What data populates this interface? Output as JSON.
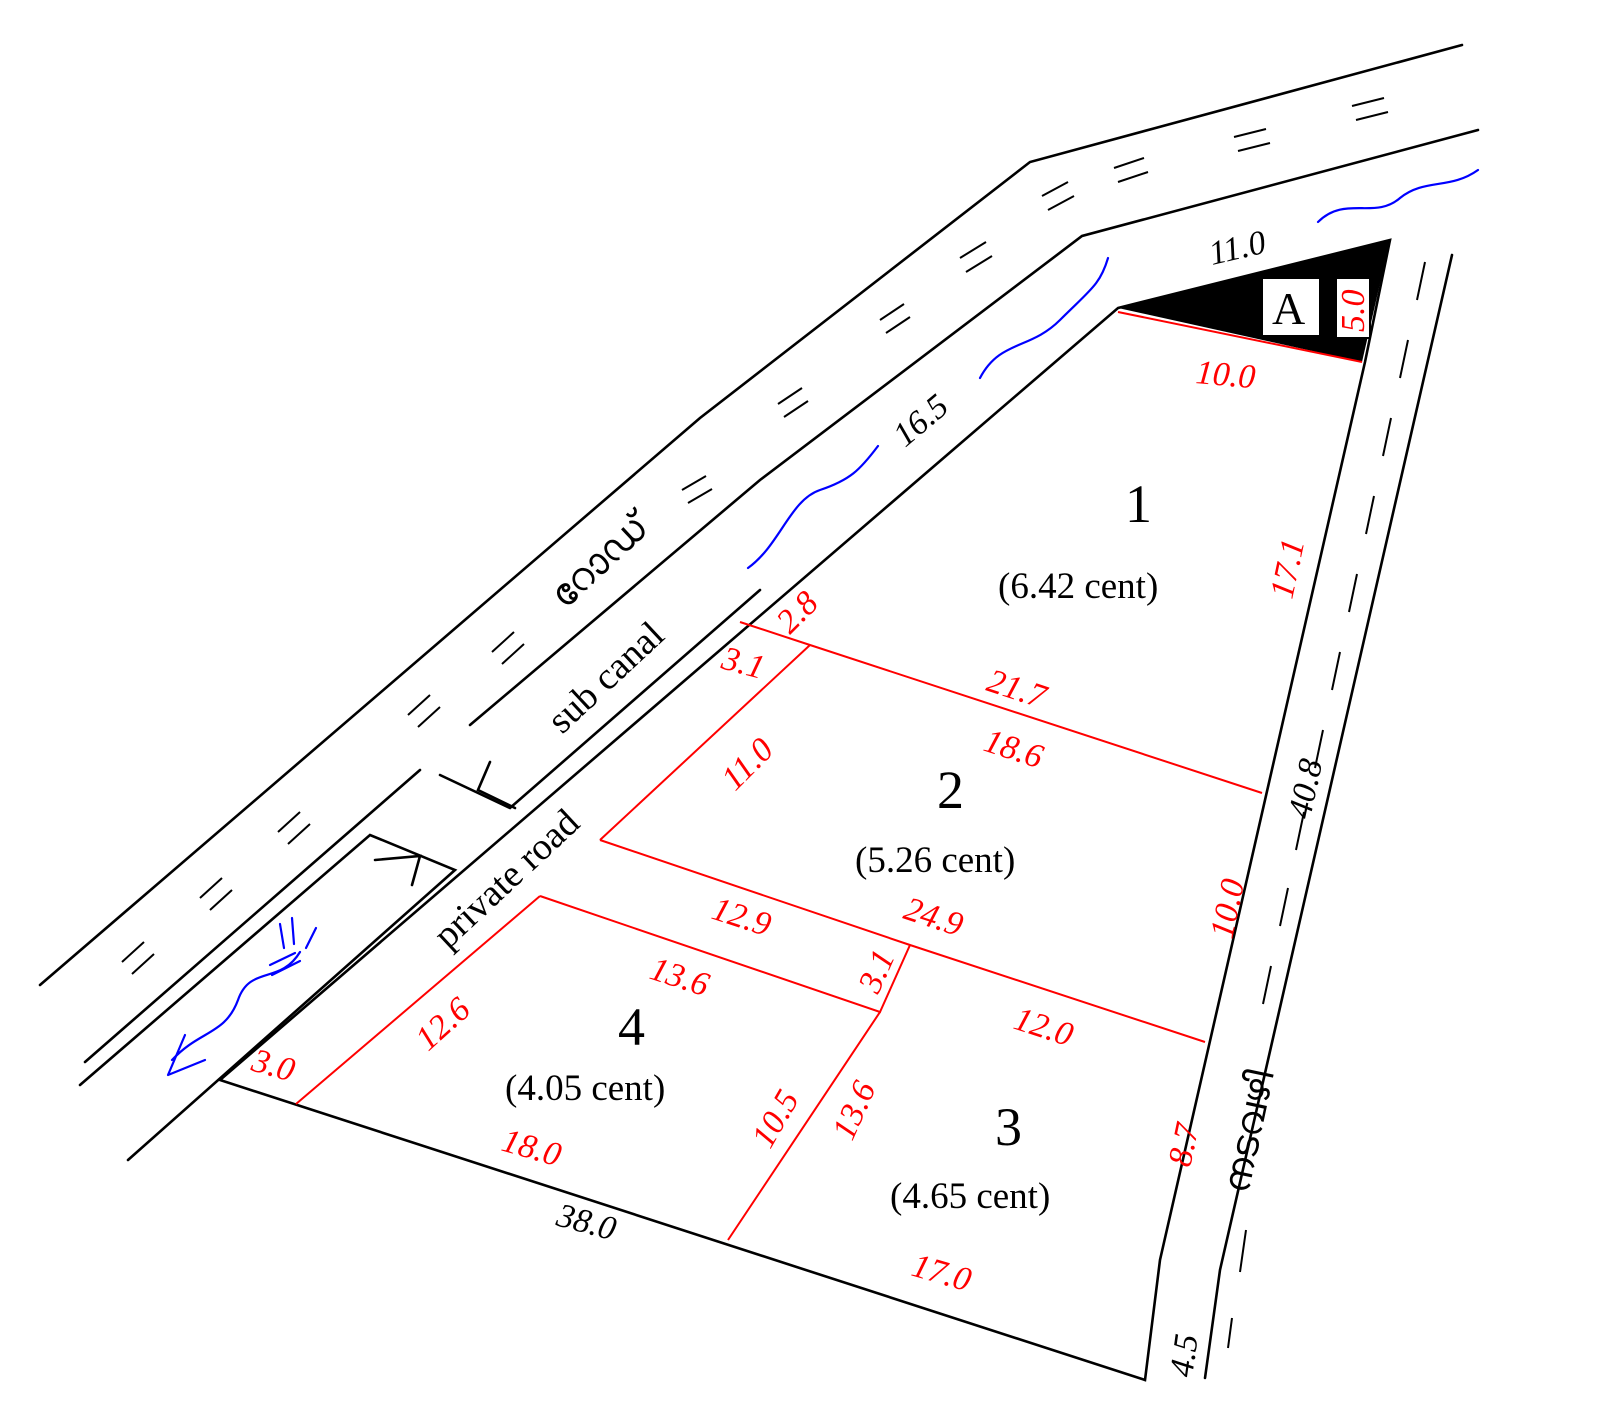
{
  "labels": {
    "road_top": "റോഡ്",
    "road_right": "നടവഴി",
    "sub_canal": "sub canal",
    "private_road": "private road",
    "corner_piece": "A"
  },
  "plots": [
    {
      "number": "1",
      "area": "(6.42 cent)"
    },
    {
      "number": "2",
      "area": "(5.26 cent)"
    },
    {
      "number": "3",
      "area": "(4.65 cent)"
    },
    {
      "number": "4",
      "area": "(4.05 cent)"
    }
  ],
  "dimensions": {
    "top_width": "11.0",
    "corner_a_side": "5.0",
    "corner_a_base": "10.0",
    "canal_edge": "16.5",
    "east_plot1": "17.1",
    "east_total": "40.8",
    "east_plot2": "10.0",
    "east_plot3": "8.7",
    "east_tail": "4.5",
    "south_total": "38.0",
    "south_plot4": "18.0",
    "south_plot3": "17.0",
    "west_plot4": "3.0",
    "plot4_west": "12.6",
    "plot4_north": "13.6",
    "plot4_east": "10.5",
    "plot2_north_w": "2.8",
    "plot2_jog": "3.1",
    "plot1_south": "21.7",
    "plot2_north": "18.6",
    "plot2_west": "11.0",
    "plot2_south_w": "12.9",
    "plot2_south": "24.9",
    "plot3_jog": "3.1",
    "plot3_west": "13.6",
    "plot3_north": "12.0"
  },
  "colors": {
    "boundary": "#000000",
    "subdivision": "#ff0000",
    "water": "#0000ff",
    "background": "#ffffff"
  }
}
